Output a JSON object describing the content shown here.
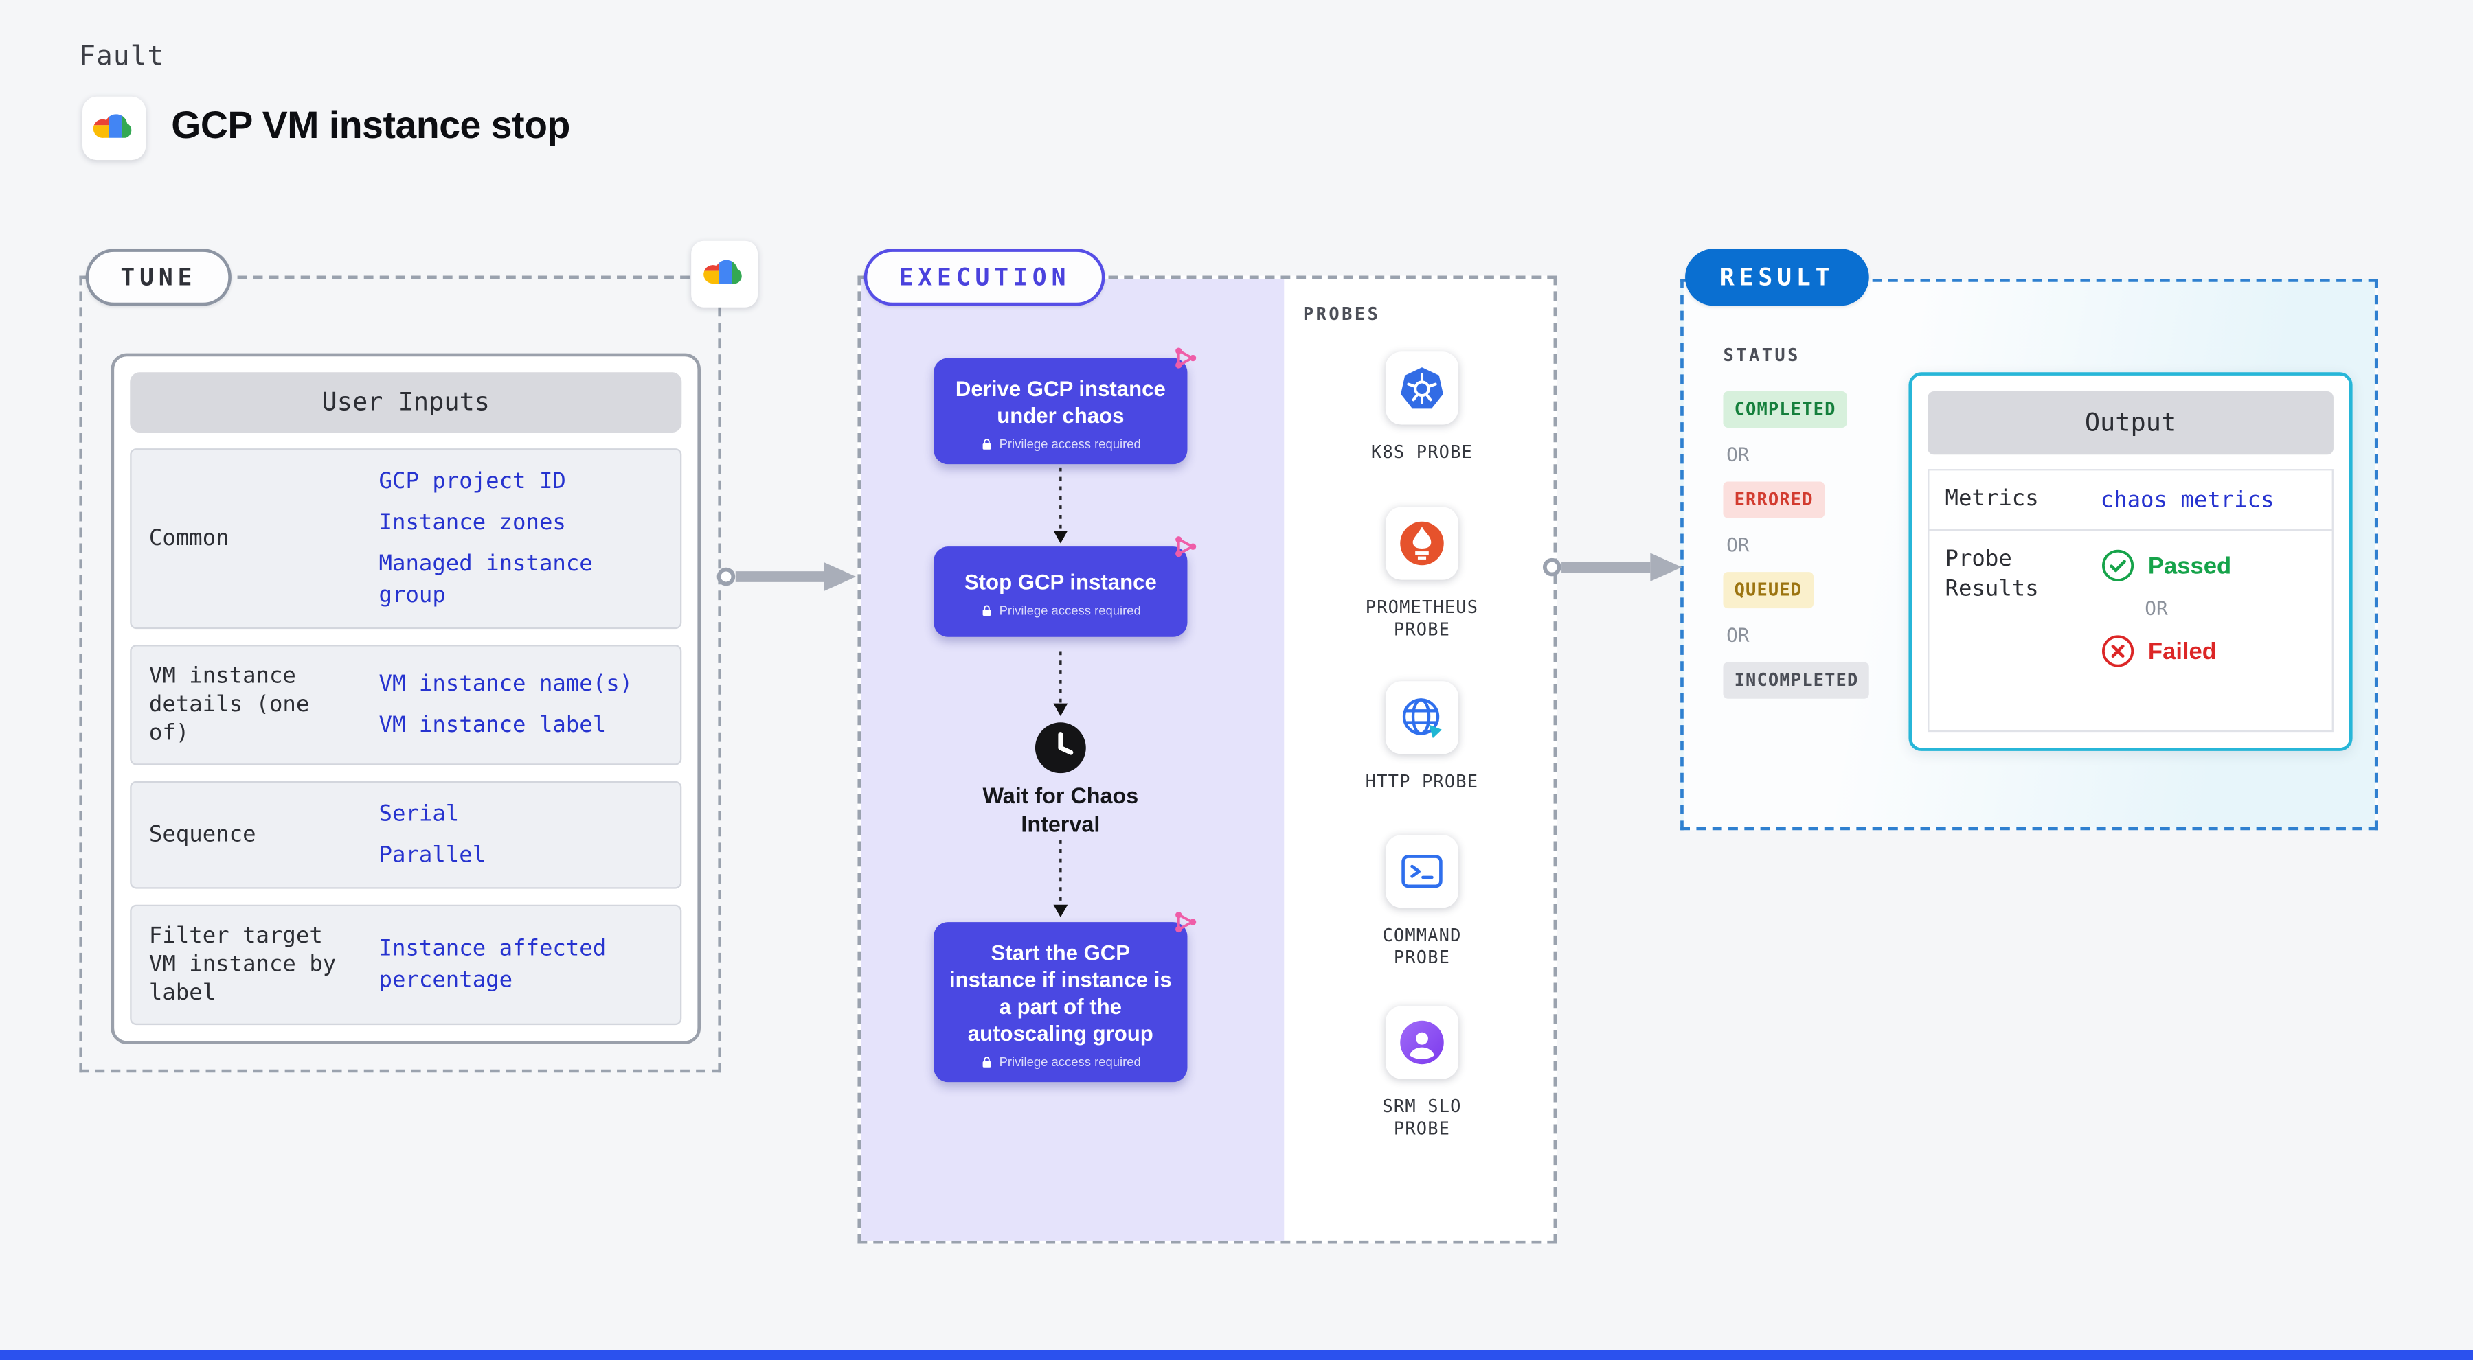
{
  "header": {
    "kicker": "Fault",
    "title": "GCP VM instance stop",
    "logo_icon": "gcp-cloud-logo"
  },
  "tune": {
    "pill_label": "TUNE",
    "corner_logo_icon": "gcp-cloud-logo",
    "user_inputs": {
      "header": "User Inputs",
      "rows": [
        {
          "label": "Common",
          "values": [
            "GCP project ID",
            "Instance zones",
            "Managed instance group"
          ]
        },
        {
          "label": "VM instance details (one of)",
          "values": [
            "VM instance name(s)",
            "VM instance label"
          ]
        },
        {
          "label": "Sequence",
          "values": [
            "Serial",
            "Parallel"
          ]
        },
        {
          "label": "Filter target VM instance by label",
          "values": [
            "Instance affected percentage"
          ]
        }
      ]
    }
  },
  "execution": {
    "pill_label": "EXECUTION",
    "steps": [
      {
        "title": "Derive GCP instance under chaos",
        "badge": "Privilege access required",
        "icon": "chaos-fork-icon"
      },
      {
        "title": "Stop GCP instance",
        "badge": "Privilege access required",
        "icon": "chaos-fork-icon"
      },
      {
        "title": "Wait for Chaos Interval",
        "icon": "clock-icon"
      },
      {
        "title": "Start the GCP instance if instance is a part of the autoscaling group",
        "badge": "Privilege access required",
        "icon": "chaos-fork-icon"
      }
    ],
    "probes": {
      "label": "PROBES",
      "items": [
        {
          "name": "K8S PROBE",
          "icon": "kubernetes-icon"
        },
        {
          "name": "PROMETHEUS PROBE",
          "icon": "prometheus-icon"
        },
        {
          "name": "HTTP PROBE",
          "icon": "globe-icon"
        },
        {
          "name": "COMMAND PROBE",
          "icon": "terminal-icon"
        },
        {
          "name": "SRM SLO PROBE",
          "icon": "user-headset-icon"
        }
      ]
    }
  },
  "result": {
    "pill_label": "RESULT",
    "status": {
      "label": "STATUS",
      "separator": "OR",
      "badges": [
        {
          "text": "COMPLETED",
          "state": "completed",
          "bg": "#d7f0dc",
          "fg": "#157f3c"
        },
        {
          "text": "ERRORED",
          "state": "errored",
          "bg": "#fbdfdd",
          "fg": "#d23b2f"
        },
        {
          "text": "QUEUED",
          "state": "queued",
          "bg": "#faf0cc",
          "fg": "#9c7410"
        },
        {
          "text": "INCOMPLETED",
          "state": "incompleted",
          "bg": "#e5e6ea",
          "fg": "#4b4e57"
        }
      ]
    },
    "output": {
      "header": "Output",
      "rows": {
        "metrics_label": "Metrics",
        "metrics_value": "chaos metrics",
        "probe_label": "Probe Results",
        "passed": "Passed",
        "failed": "Failed",
        "separator": "OR"
      }
    }
  },
  "colors": {
    "step_indigo": "#4a48e2",
    "execution_panel": "#e5e3fb",
    "result_blue": "#0a6fd1",
    "output_cyan": "#27b6d8",
    "link_blue": "#2633cf",
    "passed_green": "#16a34a",
    "failed_red": "#dc2626",
    "bottom_bar_blue": "#2b51ee"
  }
}
